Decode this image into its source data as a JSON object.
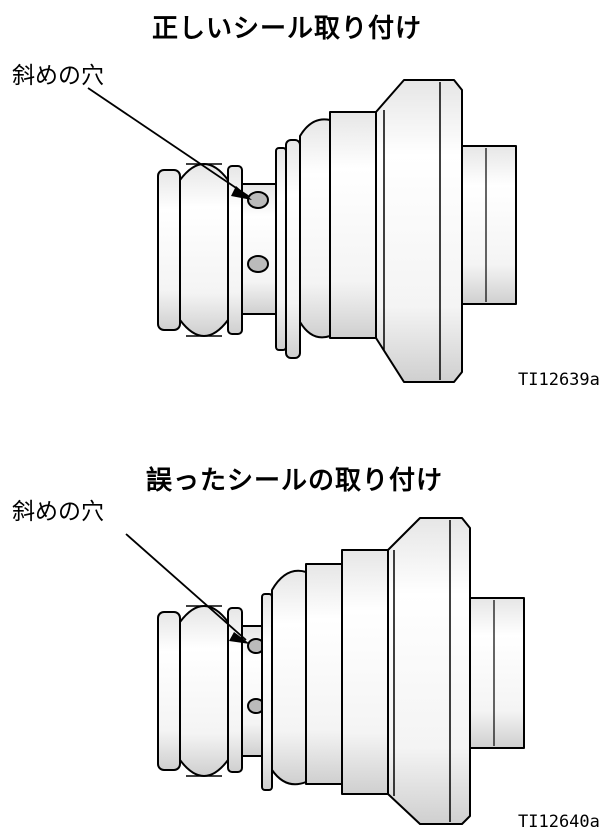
{
  "figures": [
    {
      "title": "正しいシール取り付け",
      "callout": "斜めの穴",
      "code": "TI12639a"
    },
    {
      "title": "誤ったシールの取り付け",
      "callout": "斜めの穴",
      "code": "TI12640a"
    }
  ]
}
